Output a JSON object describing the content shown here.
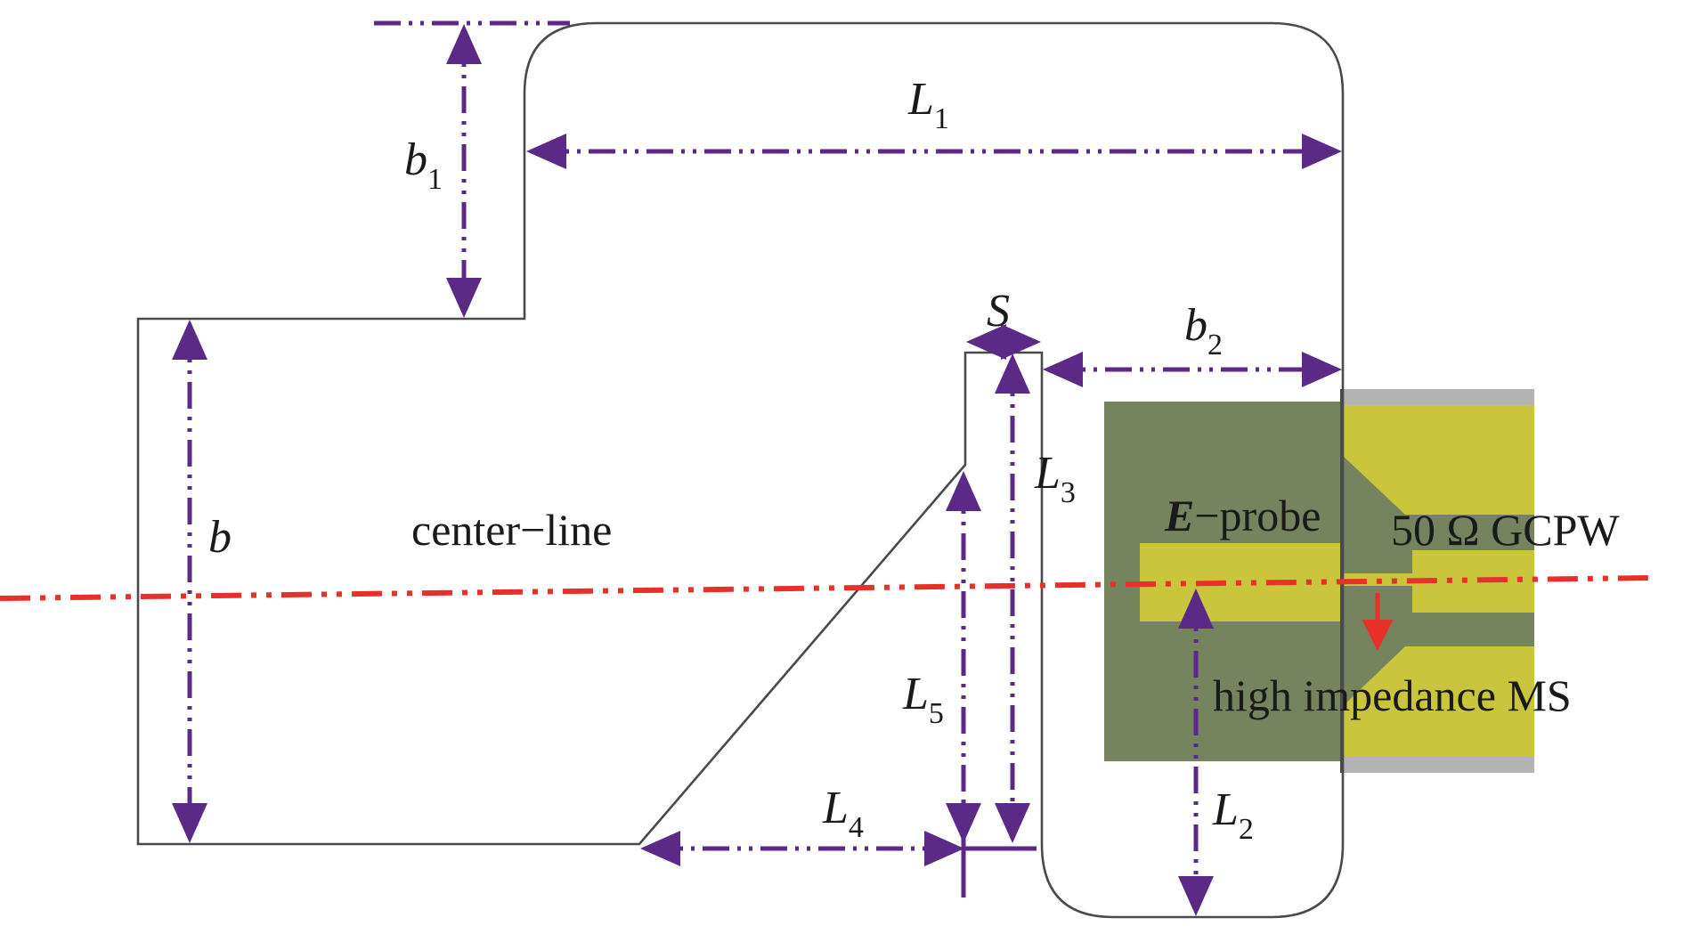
{
  "labels": {
    "L1": {
      "main": "L",
      "sub": "1"
    },
    "b1": {
      "main": "b",
      "sub": "1"
    },
    "b": {
      "main": "b"
    },
    "S": {
      "main": "S"
    },
    "b2": {
      "main": "b",
      "sub": "2"
    },
    "L3": {
      "main": "L",
      "sub": "3"
    },
    "L5": {
      "main": "L",
      "sub": "5"
    },
    "L4": {
      "main": "L",
      "sub": "4"
    },
    "L2": {
      "main": "L",
      "sub": "2"
    },
    "center_line": "center−line",
    "e_probe": {
      "italic": "E",
      "rest": "−probe"
    },
    "gcpw": "50 Ω GCPW",
    "high_impedance": "high impedance MS"
  },
  "colors": {
    "outline": "#4a4a4a",
    "dimension": "#5b2a86",
    "center_line": "#e8302a",
    "substrate": "#76835f",
    "conductor": "#c9c63e",
    "ground_edge": "#b3b3b3"
  }
}
